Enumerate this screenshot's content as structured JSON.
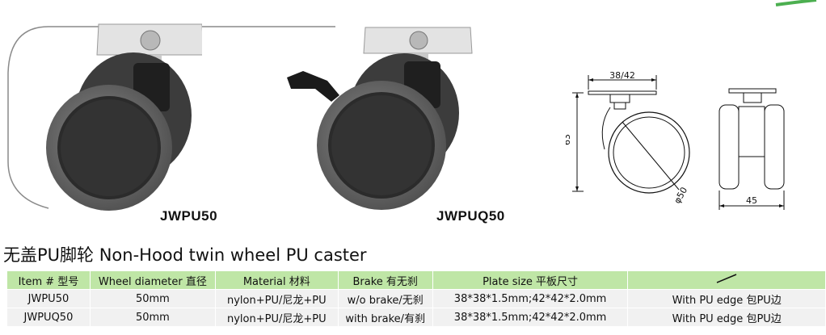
{
  "products": [
    {
      "model": "JWPU50"
    },
    {
      "model": "JWPUQ50"
    }
  ],
  "drawing": {
    "width_dim": "38/42",
    "height_dim": "63",
    "diameter_dim": "φ50",
    "side_width_dim": "45"
  },
  "title": "无盖PU脚轮 Non-Hood twin wheel PU caster",
  "table": {
    "headers": [
      "Item # 型号",
      "Wheel diameter 直径",
      "Material 材料",
      "Brake 有无刹",
      "Plate size 平板尺寸",
      "/"
    ],
    "rows": [
      [
        "JWPU50",
        "50mm",
        "nylon+PU/尼龙+PU",
        "w/o brake/无刹",
        "38*38*1.5mm;42*42*2.0mm",
        "With PU edge 包PU边"
      ],
      [
        "JWPUQ50",
        "50mm",
        "nylon+PU/尼龙+PU",
        "with brake/有刹",
        "38*38*1.5mm;42*42*2.0mm",
        "With PU edge 包PU边"
      ]
    ]
  },
  "colors": {
    "header_bg": "#bfe6a6",
    "row_bg": "#f1f1f1",
    "wheel_outer": "#6f6f6f",
    "wheel_face": "#2a2a2a"
  }
}
